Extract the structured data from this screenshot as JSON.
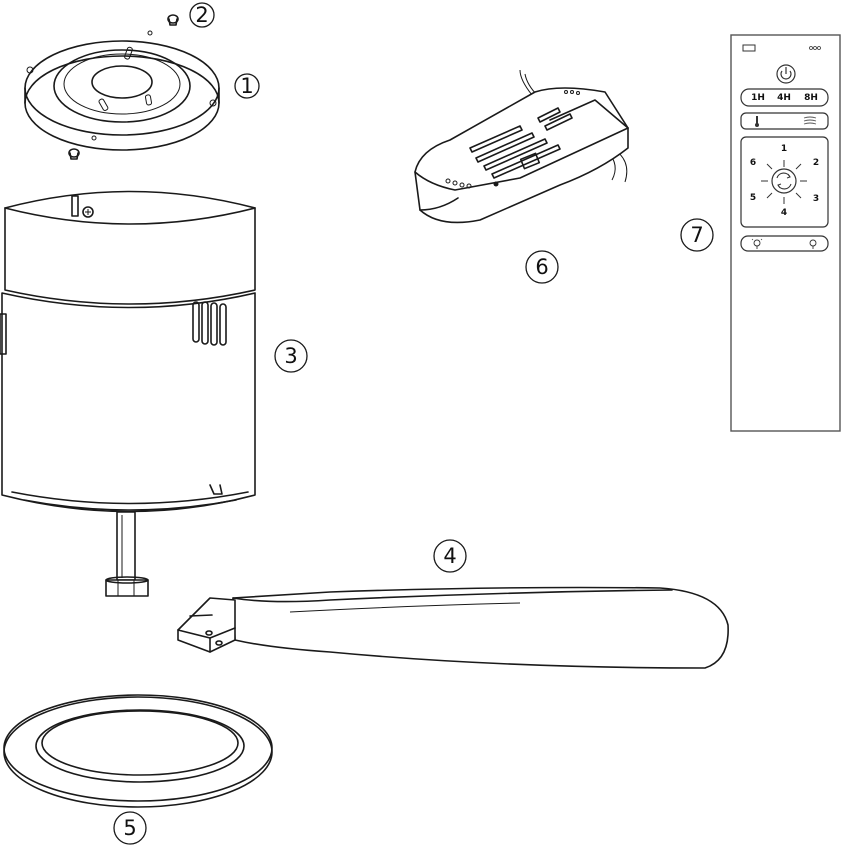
{
  "callouts": {
    "c1": "1",
    "c2": "2",
    "c3": "3",
    "c4": "4",
    "c5": "5",
    "c6": "6",
    "c7": "7"
  },
  "remote": {
    "timers": [
      "1H",
      "4H",
      "8H"
    ],
    "speeds": [
      "1",
      "2",
      "3",
      "4",
      "5",
      "6"
    ]
  },
  "icons": {
    "power": "power-icon",
    "thermometer": "thermometer-icon",
    "wind": "wind-icon",
    "reverse": "reverse-direction-icon",
    "light_dim": "light-dim-icon",
    "light_bright": "light-bright-icon"
  }
}
